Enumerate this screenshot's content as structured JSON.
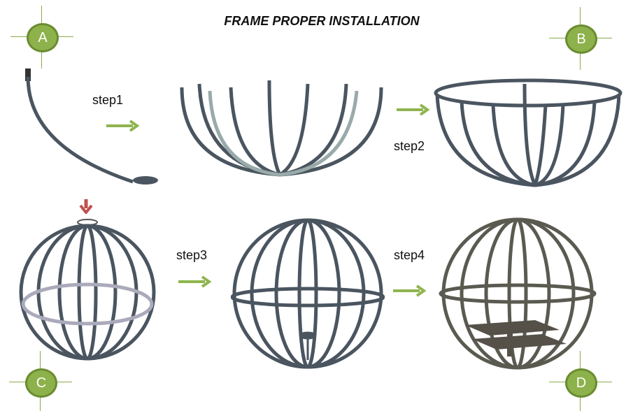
{
  "title": "FRAME PROPER INSTALLATION",
  "badges": [
    "A",
    "B",
    "C",
    "D"
  ],
  "steps": [
    "step1",
    "step2",
    "step3",
    "step4"
  ],
  "colors": {
    "badge_fill": "#8db24b",
    "badge_border": "#6a8c30",
    "arrow": "#8fb54e",
    "marker": "#c0504d",
    "frame": "#4a5560"
  }
}
